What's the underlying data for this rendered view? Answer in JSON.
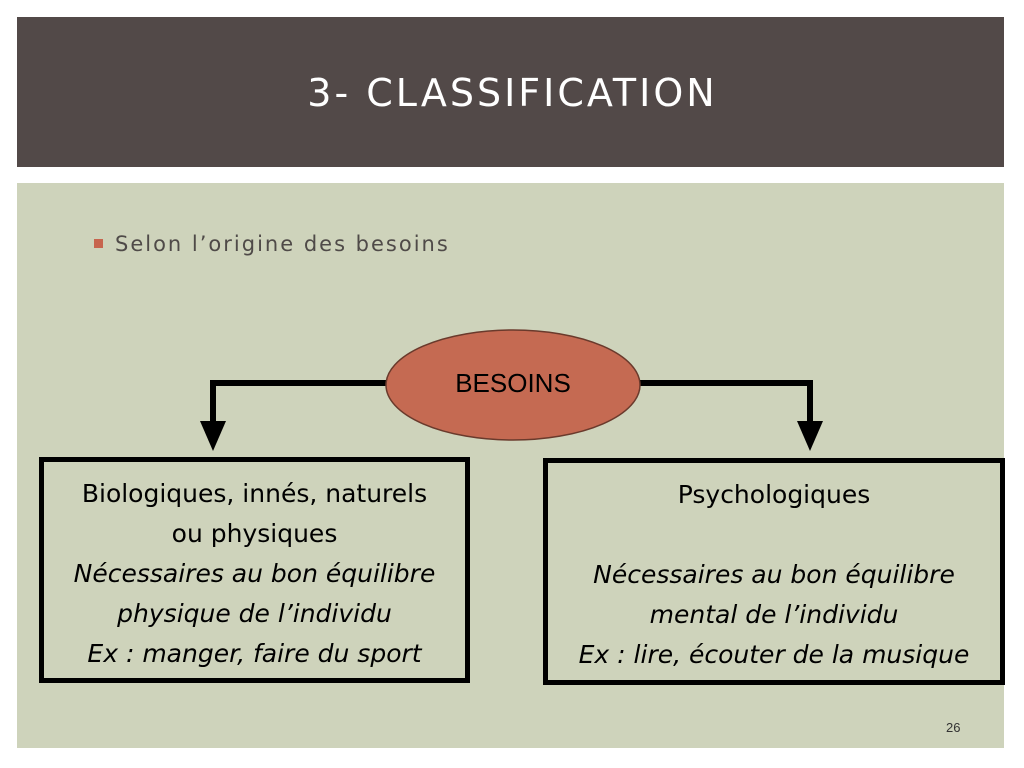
{
  "slide": {
    "title": "3- Classification",
    "bullet": "Selon l’origine des besoins",
    "page_number": "26"
  },
  "diagram": {
    "root": "BESOINS",
    "left_box": {
      "heading_lines": [
        "Biologiques, innés, naturels",
        "ou physiques"
      ],
      "description_lines": [
        "Nécessaires au bon équilibre",
        "physique de l’individu",
        "Ex : manger, faire du sport"
      ]
    },
    "right_box": {
      "heading_lines": [
        "Psychologiques"
      ],
      "description_lines": [
        "Nécessaires au bon équilibre",
        "mental de l’individu",
        "Ex : lire, écouter de la musique"
      ]
    }
  },
  "colors": {
    "title_bar": "#524948",
    "content_background": "#ced3bb",
    "ellipse_fill": "#c56a52",
    "bullet_accent": "#c7654e"
  }
}
